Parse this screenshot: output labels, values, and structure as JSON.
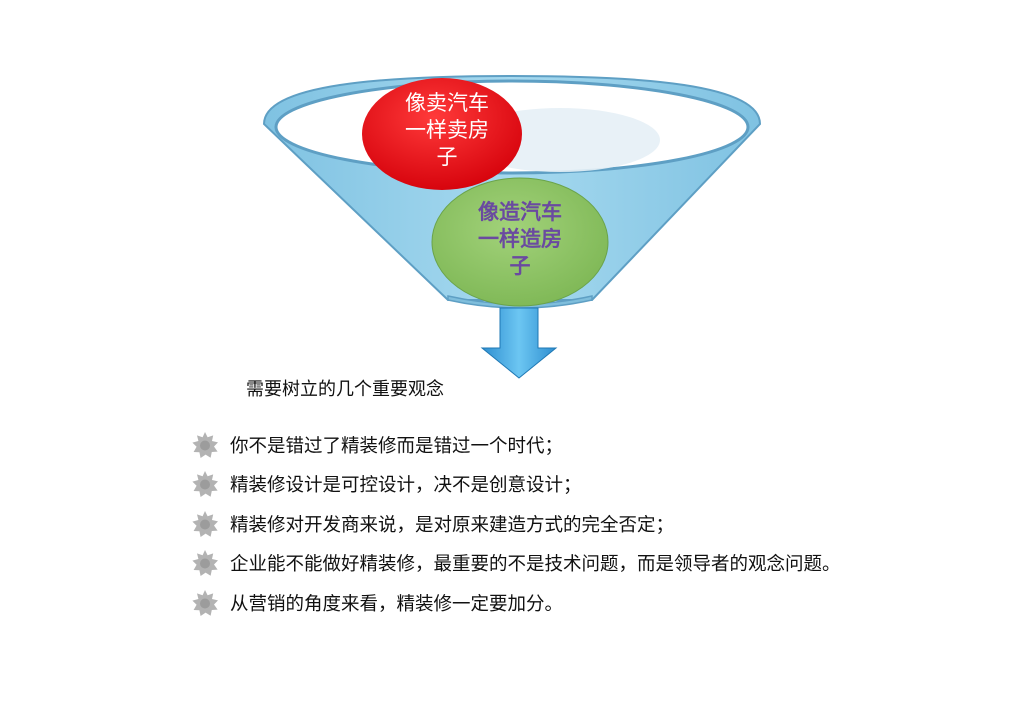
{
  "funnel": {
    "top_bubble_text": "像卖汽车\n一样卖房\n子",
    "bottom_bubble_text": "像造汽车\n一样造房\n子",
    "colors": {
      "funnel_fill": "#92cde6",
      "funnel_stroke": "#5e9fc4",
      "top_bubble": "#e8101a",
      "bottom_bubble": "#8cc262",
      "arrow": "#3aa4e0"
    }
  },
  "heading": "需要树立的几个重要观念",
  "bullets": [
    "你不是错过了精装修而是错过一个时代；",
    "精装修设计是可控设计，决不是创意设计；",
    "精装修对开发商来说，是对原来建造方式的完全否定；",
    "企业能不能做好精装修，最重要的不是技术问题，而是领导者的观念问题。",
    "从营销的角度来看，精装修一定要加分。"
  ],
  "bullet_icon": "gear-bullet-icon"
}
